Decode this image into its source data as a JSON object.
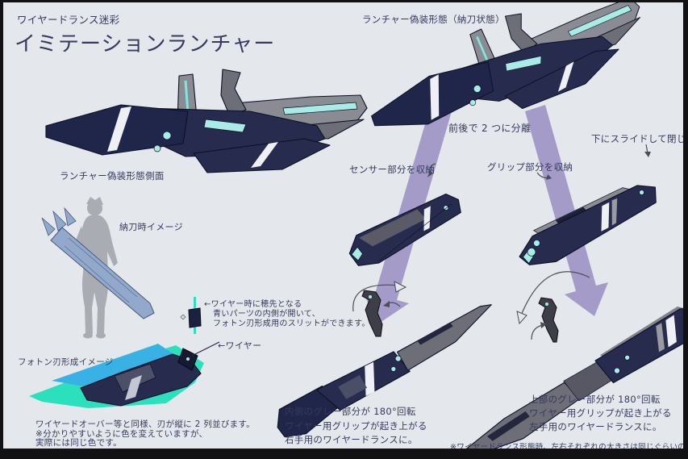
{
  "header": {
    "subtitle": "ワイヤードランス迷彩",
    "title": "イミテーションランチャー"
  },
  "left": {
    "side_view_label": "ランチャー偽装形態側面",
    "sheathed_label": "納刀時イメージ",
    "tip_note_lines": [
      "←ワイヤー時に穂先となる",
      "青いパーツの内側が開いて、",
      "フォトン刃形成用のスリットができます。"
    ],
    "wire_label": "←ワイヤー",
    "photon_label": "フォトン刃形成イメージ",
    "photon_note_lines": [
      "ワイヤードオーバー等と同様、刃が縦に 2 列並びます。",
      "※分かりやすいように色を変えていますが、",
      "実際には同じ色です。"
    ]
  },
  "flow": {
    "stowed_label": "ランチャー偽装形態（納刀状態）",
    "split_label": "前後で 2 つに分離",
    "sensor_label": "センサー部分を収納",
    "grip_label": "グリップ部分を収納",
    "slide_label": "下にスライドして閉じる",
    "right_hand_lines": [
      "内側のグレー部分が 180°回転",
      "ワイヤー用グリップが起き上がる",
      "右手用のワイヤードランスに。"
    ],
    "left_hand_lines": [
      "上部のグレー部分が 180°回転",
      "ワイヤー用グリップが起き上がる",
      "左手用のワイヤードランスに。"
    ],
    "footnote": "※ワイヤードランス形態時、左右それぞれの大きさは同じぐらいのつもりです…"
  },
  "colors": {
    "background": "#e4e8ec",
    "frame": "#121214",
    "text": "#363a5c",
    "navy": "#272c4e",
    "navy_dark": "#20254a",
    "outline": "#0d1026",
    "gray": "#8b8b93",
    "gray_dark": "#6e6e78",
    "white_stripe": "#eef0f5",
    "teal": "#2de0bd",
    "teal_light": "#a9ece6",
    "cyan_blue": "#38b2e4",
    "purple_arrow": "#9e94c4",
    "silhouette": "#a9adb3",
    "held_weapon": "#93a9cc"
  }
}
